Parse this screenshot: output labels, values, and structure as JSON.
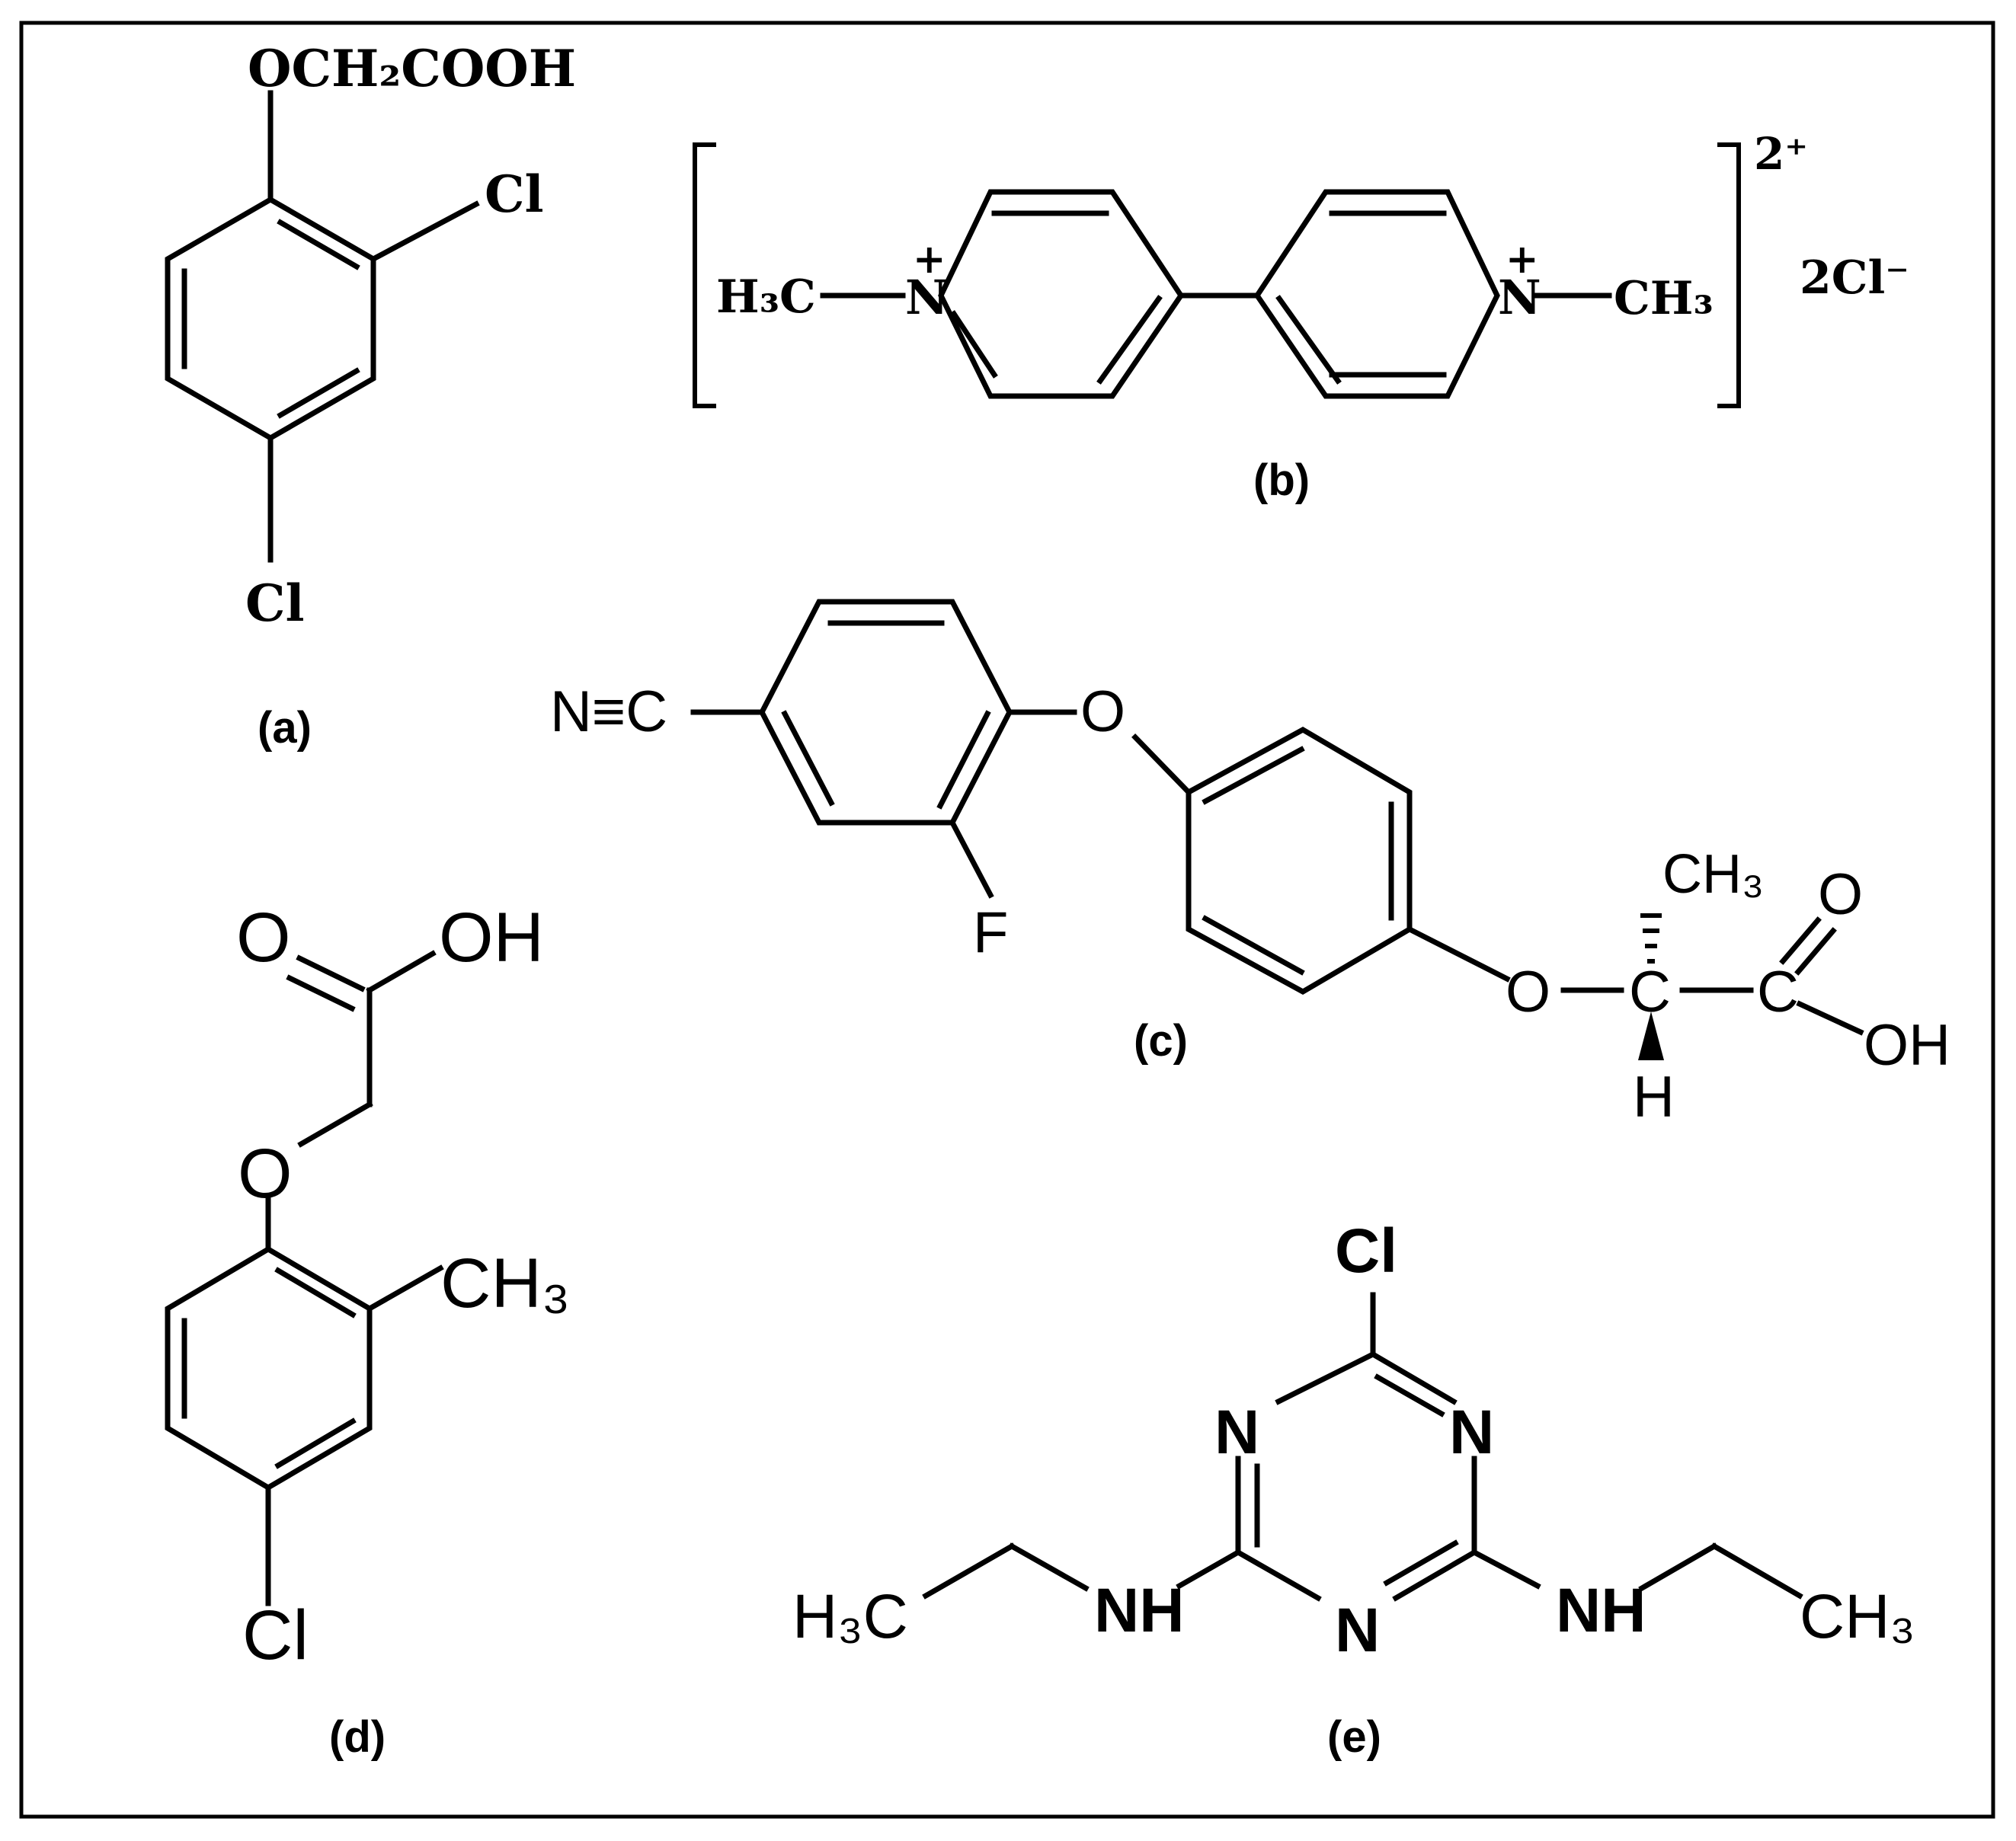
{
  "panels": {
    "a": {
      "label": "(a)",
      "substituent_top": "OCH₂COOH",
      "chloro_2": "Cl",
      "chloro_4": "Cl"
    },
    "b": {
      "label": "(b)",
      "left_methyl": "H₃C",
      "right_methyl": "CH₃",
      "nitrogen_left": "N",
      "nitrogen_right": "N",
      "plus": "+",
      "charge": "2⁺",
      "counter_ion": "2Cl⁻"
    },
    "c": {
      "label": "(c)",
      "nitrile": "N≡C",
      "ether_o1": "O",
      "fluoro": "F",
      "ether_o2": "O",
      "chiral_c": "C",
      "methyl": "CH₃",
      "hydrogen": "H",
      "carbonyl_c": "C",
      "carbonyl_o": "O",
      "hydroxyl": "OH"
    },
    "d": {
      "label": "(d)",
      "carbonyl_o": "O",
      "hydroxyl": "OH",
      "ether_o": "O",
      "methyl": "CH₃",
      "chloro": "Cl"
    },
    "e": {
      "label": "(e)",
      "chloro": "Cl",
      "ring_n_left": "N",
      "ring_n_right": "N",
      "ring_n_bottom": "N",
      "amine_left": "NH",
      "amine_right": "NH",
      "methyl_left": "H₃C",
      "methyl_right": "CH₃"
    }
  }
}
